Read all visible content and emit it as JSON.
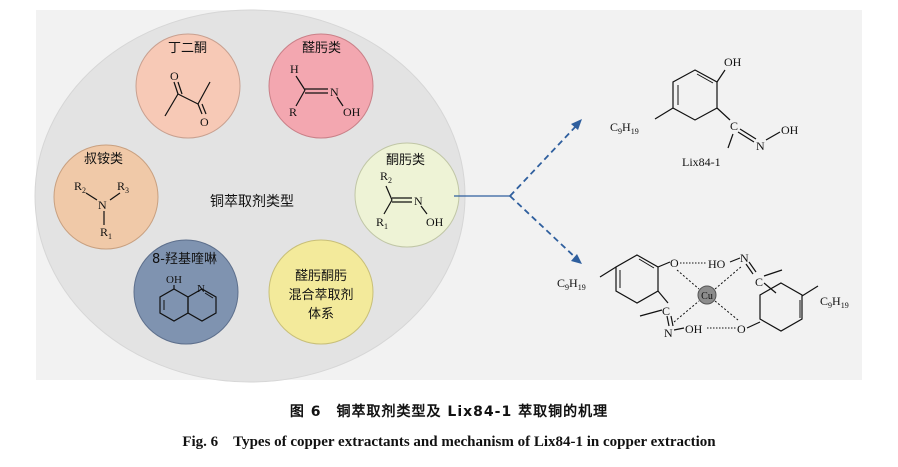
{
  "center_label": "铜萃取剂类型",
  "categories": {
    "diketone": "丁二酮",
    "aldoxime": "醛肟类",
    "amine": "叔铵类",
    "ketoxime": "酮肟类",
    "hydroxyquinoline": "8-羟基喹啉",
    "mixed_line1": "醛肟酮肟",
    "mixed_line2": "混合萃取剂",
    "mixed_line3": "体系"
  },
  "colors": {
    "diketone": "#f7c9b6",
    "aldoxime": "#f3a7b0",
    "amine": "#f0c9a8",
    "ketoxime": "#eef3d6",
    "hydroxyquinoline": "#7f93b0",
    "mixed": "#f3ea9b",
    "arrow": "#2f5f9e"
  },
  "atoms": {
    "O": "O",
    "H": "H",
    "N": "N",
    "OH": "OH",
    "R": "R",
    "R1": "R",
    "R2": "R",
    "R3": "R",
    "sub1": "1",
    "sub2": "2",
    "sub3": "3",
    "C": "C",
    "Cu": "Cu",
    "C9H19": "C",
    "c9_sub": "9",
    "h19": "H",
    "h19_sub": "19",
    "HO": "HO"
  },
  "lix_label": "Lix84-1",
  "caption_cn": "图 6　铜萃取剂类型及 Lix84-1 萃取铜的机理",
  "caption_en": "Fig. 6　Types of copper extractants and mechanism of Lix84-1 in copper extraction"
}
